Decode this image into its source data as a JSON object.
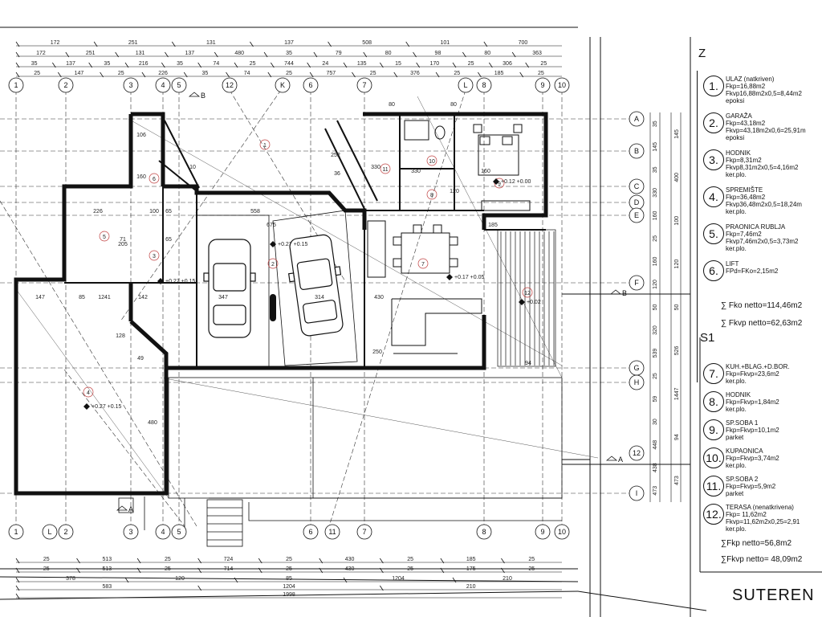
{
  "dims": {
    "row1": [
      "172",
      "251",
      "131",
      "137",
      "508",
      "101",
      "700"
    ],
    "row2": [
      "172",
      "251",
      "131",
      "137",
      "480",
      "35",
      "79",
      "80",
      "98",
      "80",
      "363"
    ],
    "row3": [
      "35",
      "137",
      "35",
      "216",
      "35",
      "74",
      "25",
      "744",
      "24",
      "135",
      "15",
      "170",
      "25",
      "306",
      "25"
    ],
    "row4": [
      "25",
      "147",
      "25",
      "226",
      "35",
      "74",
      "25",
      "757",
      "25",
      "376",
      "25",
      "185",
      "25"
    ],
    "bot1": [
      "25",
      "513",
      "25",
      "724",
      "25",
      "430",
      "25",
      "185",
      "25"
    ],
    "bot2": [
      "25",
      "513",
      "25",
      "714",
      "25",
      "430",
      "25",
      "175",
      "25"
    ],
    "bot3": [
      "378",
      "120",
      "85",
      "1204",
      "210"
    ],
    "bot4": [
      "583",
      "1204",
      "210"
    ],
    "bot5": [
      "1998"
    ],
    "right1": [
      "35",
      "145",
      "35",
      "330",
      "160",
      "25",
      "160",
      "120",
      "50",
      "320",
      "539",
      "25",
      "59",
      "30",
      "448",
      "438",
      "473"
    ],
    "right2": [
      "145",
      "400",
      "100",
      "120",
      "50",
      "526",
      "1447",
      "94",
      "473"
    ],
    "interior": [
      "226",
      "100",
      "65",
      "558",
      "675",
      "185",
      "147",
      "85",
      "1241",
      "347",
      "314",
      "430",
      "250",
      "330",
      "330",
      "160",
      "120",
      "71",
      "205",
      "65",
      "142",
      "128",
      "49",
      "480",
      "80",
      "80",
      "106",
      "160",
      "94",
      "252",
      "36",
      "10"
    ]
  },
  "axes": {
    "top": [
      "1",
      "2",
      "3",
      "4",
      "5",
      "12",
      "K",
      "6",
      "7",
      "L",
      "8",
      "9",
      "10"
    ],
    "bottom": [
      "1",
      "L",
      "2",
      "3",
      "4",
      "5",
      "6",
      "11",
      "7",
      "8",
      "9",
      "10"
    ],
    "right": [
      "A",
      "B",
      "C",
      "D",
      "E",
      "F",
      "G",
      "H",
      "12",
      "I"
    ]
  },
  "room_marks": [
    "1",
    "2",
    "3",
    "4",
    "5",
    "6",
    "7",
    "8",
    "9",
    "10",
    "11",
    "12"
  ],
  "section_marks": [
    "B",
    "B",
    "A",
    "A"
  ],
  "levels": [
    "+0.27 +0.15",
    "+0.27 +0.15",
    "+0.17 +0.05",
    "+0.12 +0.00",
    "+0.27 +0.15",
    "+0.02"
  ],
  "legend": {
    "section_z": "Z",
    "section_s1": "S1",
    "items": [
      {
        "n": "1.",
        "lines": [
          "ULAZ (natkriven)",
          "Fkp=16,88m2",
          "Fkvp16,88m2x0,5=8,44m2",
          "epoksi"
        ]
      },
      {
        "n": "2.",
        "lines": [
          "GARAŽA",
          "Fkp=43,18m2",
          "Fkvp=43,18m2x0,6=25,91m",
          "epoksi"
        ]
      },
      {
        "n": "3.",
        "lines": [
          "HODNIK",
          "Fkp=8,31m2",
          "Fkvp8,31m2x0,5=4,16m2",
          "ker.plo."
        ]
      },
      {
        "n": "4.",
        "lines": [
          "SPREMIŠTE",
          "Fkp=36,48m2",
          "Fkvp36,48m2x0,5=18,24m",
          "ker.plo."
        ]
      },
      {
        "n": "5.",
        "lines": [
          "PRAONICA RUBLJA",
          "Fkp=7,46m2",
          "Fkvp7,46m2x0,5=3,73m2",
          "ker.plo."
        ]
      },
      {
        "n": "6.",
        "lines": [
          "LIFT",
          "FPd=FKo=2,15m2"
        ]
      }
    ],
    "sum_z1": "∑ Fko netto=114,46m2",
    "sum_z2": "∑ Fkvp netto=62,63m2",
    "items2": [
      {
        "n": "7.",
        "lines": [
          "KUH.+BLAG.+D.BOR.",
          "Fkp=Fkvp=23,6m2",
          "ker.plo."
        ]
      },
      {
        "n": "8.",
        "lines": [
          "HODNIK",
          "Fkp=Fkvp=1,84m2",
          "ker.plo."
        ]
      },
      {
        "n": "9.",
        "lines": [
          "SP.SOBA 1",
          "Fkp=Fkvp=10,1m2",
          "parket"
        ]
      },
      {
        "n": "10.",
        "lines": [
          "KUPAONICA",
          "Fkp=Fkvp=3,74m2",
          "ker.plo."
        ]
      },
      {
        "n": "11.",
        "lines": [
          "SP.SOBA 2",
          "Fkp=Fkvp=5,9m2",
          "parket"
        ]
      },
      {
        "n": "12.",
        "lines": [
          "TERASA (nenatkrivena)",
          "Fkp= 11,62m2",
          "Fkvp=11,62m2x0,25=2,91",
          "ker.plo."
        ]
      }
    ],
    "sum_s1": "∑Fkp netto=56,8m2",
    "sum_s2": "∑Fkvp netto= 48,09m2"
  },
  "title": "SUTEREN"
}
